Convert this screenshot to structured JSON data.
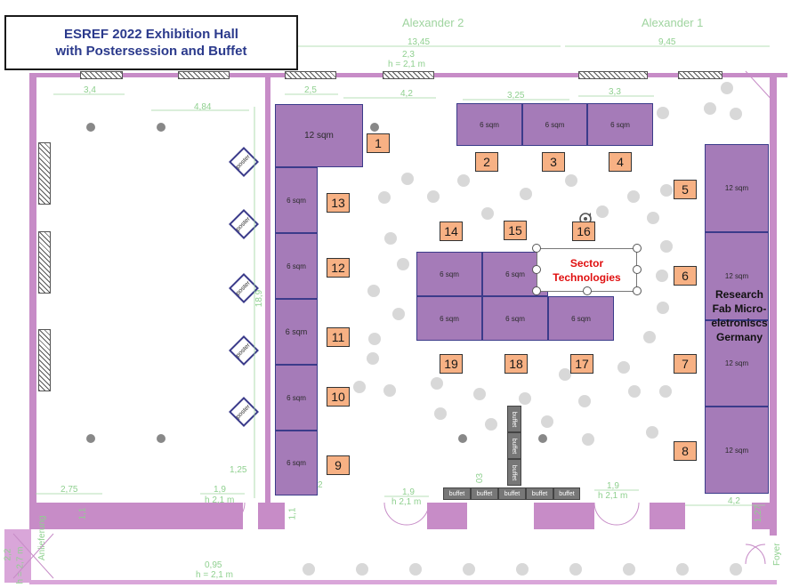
{
  "title": {
    "line1": "ESREF 2022 Exhibition Hall",
    "line2": "with Postersession and Buffet"
  },
  "rooms": {
    "alexander2": "Alexander 2",
    "alexander1": "Alexander 1"
  },
  "dimensions": {
    "d1345": "13,45",
    "d945": "9,45",
    "d23": "2,3",
    "h21a": "h = 2,1 m",
    "d34": "3,4",
    "d484": "4,84",
    "d25": "2,5",
    "d42a": "4,2",
    "d325": "3,25",
    "d33": "3,3",
    "d189": "18,9",
    "d125": "1,25",
    "d275": "2,75",
    "d19a": "1,9",
    "h21b": "h 2,1 m",
    "d19b": "1,9",
    "h21c": "h 2,1 m",
    "d19c": "1,9",
    "h21d": "h 2,1 m",
    "d42b": "4,2",
    "d127": "1,27",
    "d11a": "1,1",
    "d11b": "1,1",
    "d095": "0,95",
    "h21e": "h = 2,1 m",
    "d22": "2,2",
    "h27": "h = 2,7 m",
    "d03": "03",
    "d2": "2"
  },
  "side_labels": {
    "anlieferung": "Anlieferung",
    "foyer": "Foyer"
  },
  "booths": {
    "b1": "12 sqm",
    "b2": "6 sqm",
    "b3": "6 sqm",
    "b4": "6 sqm",
    "b13": "6 sqm",
    "b12": "6 sqm",
    "b11": "6 sqm",
    "b10": "6 sqm",
    "b9": "6 sqm",
    "b5": "12 sqm",
    "b6": "12 sqm",
    "b7": "12 sqm",
    "b8": "12 sqm",
    "c1": "6 sqm",
    "c2": "6 sqm",
    "c3": "6 sqm",
    "c4": "6 sqm",
    "c5": "6 sqm"
  },
  "numbers": {
    "n1": "1",
    "n2": "2",
    "n3": "3",
    "n4": "4",
    "n5": "5",
    "n6": "6",
    "n7": "7",
    "n8": "8",
    "n9": "9",
    "n10": "10",
    "n11": "11",
    "n12": "12",
    "n13": "13",
    "n14": "14",
    "n15": "15",
    "n16": "16",
    "n17": "17",
    "n18": "18",
    "n19": "19"
  },
  "sector": {
    "line1": "Sector",
    "line2": "Technologies"
  },
  "research": {
    "line1": "Research",
    "line2": "Fab Micro-",
    "line3": "eletroniscs",
    "line4": "Germany"
  },
  "poster_label": "poster",
  "buffet_label": "buffet",
  "colors": {
    "booth": "#a57bb8",
    "number_tag": "#f7b184",
    "title": "#2b3a8c",
    "sector_text": "#e01010",
    "wall": "#c78cc7"
  }
}
